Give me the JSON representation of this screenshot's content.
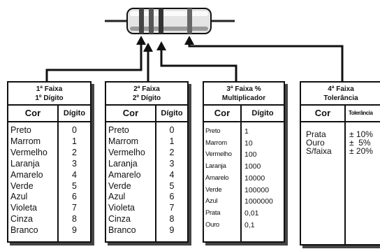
{
  "cards": [
    {
      "header_line1": "1ª Faixa",
      "header_line2": "1º Dígito",
      "col1_title": "Cor",
      "col2_title": "Dígito",
      "rows": [
        {
          "cor": "Preto",
          "val": "0"
        },
        {
          "cor": "Marrom",
          "val": "1"
        },
        {
          "cor": "Vermelho",
          "val": "2"
        },
        {
          "cor": "Laranja",
          "val": "3"
        },
        {
          "cor": "Amarelo",
          "val": "4"
        },
        {
          "cor": "Verde",
          "val": "5"
        },
        {
          "cor": "Azul",
          "val": "6"
        },
        {
          "cor": "Violeta",
          "val": "7"
        },
        {
          "cor": "Cinza",
          "val": "8"
        },
        {
          "cor": "Branco",
          "val": "9"
        }
      ]
    },
    {
      "header_line1": "2ª Faixa",
      "header_line2": "2º Dígito",
      "col1_title": "Cor",
      "col2_title": "Dígito",
      "rows": [
        {
          "cor": "Preto",
          "val": "0"
        },
        {
          "cor": "Marrom",
          "val": "1"
        },
        {
          "cor": "Vermelho",
          "val": "2"
        },
        {
          "cor": "Laranja",
          "val": "3"
        },
        {
          "cor": "Amarelo",
          "val": "4"
        },
        {
          "cor": "Verde",
          "val": "5"
        },
        {
          "cor": "Azul",
          "val": "6"
        },
        {
          "cor": "Violeta",
          "val": "7"
        },
        {
          "cor": "Cinza",
          "val": "8"
        },
        {
          "cor": "Branco",
          "val": "9"
        }
      ]
    },
    {
      "header_line1": "3ª Faixa %",
      "header_line2": "Multiplicador",
      "col1_title": "Cor",
      "col2_title": "Dígito",
      "rows": [
        {
          "cor": "Preto",
          "val": "1"
        },
        {
          "cor": "Marrom",
          "val": "10"
        },
        {
          "cor": "Vermelho",
          "val": "100"
        },
        {
          "cor": "Laranja",
          "val": "1000"
        },
        {
          "cor": "Amarelo",
          "val": "10000"
        },
        {
          "cor": "Verde",
          "val": "100000"
        },
        {
          "cor": "Azul",
          "val": "1000000"
        },
        {
          "cor": "Prata",
          "val": "0,01"
        },
        {
          "cor": "Ouro",
          "val": "0,1"
        }
      ]
    },
    {
      "header_line1": "4ª Faixa",
      "header_line2": "Tolerância",
      "col1_title": "Cor",
      "col2_title": "Tolerância",
      "rows": [
        {
          "cor": "Prata",
          "val": "± 10%"
        },
        {
          "cor": "Ouro",
          "val": "±  5%"
        },
        {
          "cor": "S/faixa",
          "val": "± 20%"
        }
      ]
    }
  ]
}
